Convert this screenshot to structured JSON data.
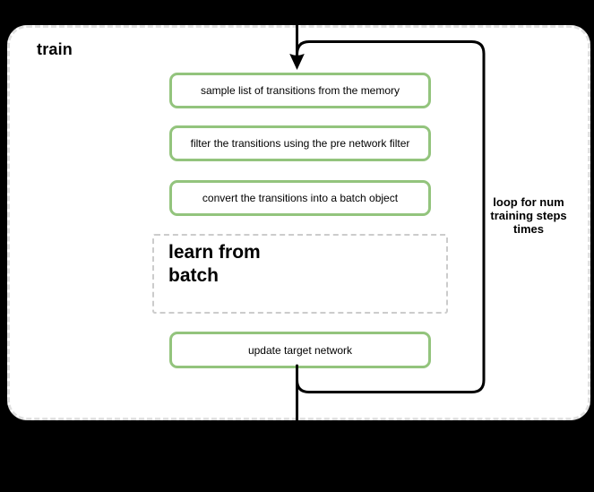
{
  "diagram": {
    "title": "train",
    "steps": [
      {
        "label": "sample list of transitions from the memory"
      },
      {
        "label": "filter the transitions using the pre network filter"
      },
      {
        "label": "convert the transitions into a batch object"
      }
    ],
    "sub_process": {
      "lines": [
        "learn from",
        "batch"
      ]
    },
    "final_step": {
      "label": "update target network"
    },
    "loop_label": {
      "lines": [
        "loop for num",
        "training steps",
        "times"
      ]
    },
    "colors": {
      "page_bg": "#000000",
      "container_bg": "#ffffff",
      "container_border": "#e0e0e0",
      "step_bg": "#ffffff",
      "step_border": "#93c47d",
      "subprocess_border": "#cccccc",
      "line": "#000000",
      "text": "#000000"
    }
  }
}
